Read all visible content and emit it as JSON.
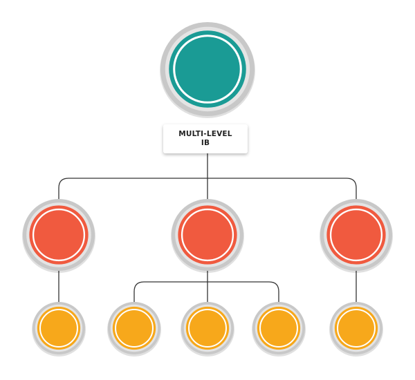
{
  "root": {
    "label_line1": "MULTI-LEVEL",
    "label_line2": "IB",
    "color": "#1a9b95",
    "avatar": "businessman-icon"
  },
  "level1": [
    {
      "color": "#f05a3f",
      "avatar": "businessman-icon"
    },
    {
      "color": "#f05a3f",
      "avatar": "businessman-icon"
    },
    {
      "color": "#f05a3f",
      "avatar": "businesswoman-icon"
    }
  ],
  "level2": [
    {
      "parent": 0,
      "color": "#f7a81b",
      "avatar": "businessman-icon"
    },
    {
      "parent": 1,
      "color": "#f7a81b",
      "avatar": "businesswoman-icon"
    },
    {
      "parent": 1,
      "color": "#f7a81b",
      "avatar": "businessman-icon"
    },
    {
      "parent": 1,
      "color": "#f7a81b",
      "avatar": "businesswoman-icon"
    },
    {
      "parent": 2,
      "color": "#f7a81b",
      "avatar": "businessman-icon"
    }
  ],
  "colors": {
    "connector": "#333333",
    "ring_outer": "#c8c8c8",
    "ring_inner": "#e4e4e4",
    "figure": "#ffffff"
  }
}
